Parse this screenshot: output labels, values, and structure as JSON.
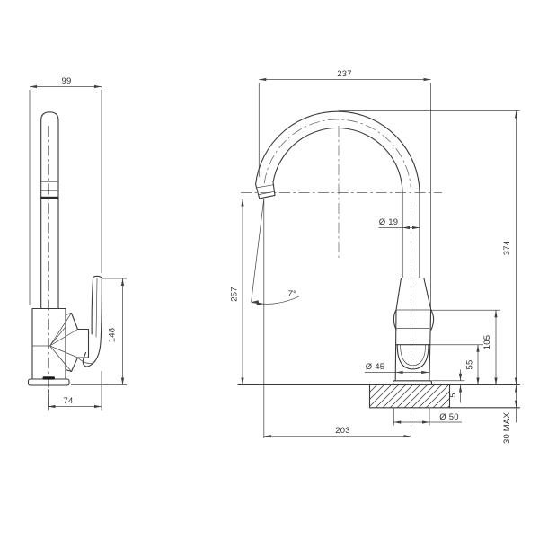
{
  "drawing": {
    "description": "Gooseneck sink mixer tap technical drawing, side and front orthographic views"
  },
  "dimensions": {
    "side_width": "99",
    "side_handle_height": "148",
    "side_center_to_handle": "74",
    "overall_width": "237",
    "overall_height": "374",
    "outlet_height": "257",
    "spout_angle": "7°",
    "spout_tube_diameter": "Ø 19",
    "body_diameter": "Ø 45",
    "body_shoulder_height": "105",
    "handle_pivot_height": "55",
    "base_plate_height": "5",
    "mounting_hole_diameter": "Ø 50",
    "spout_reach": "203",
    "max_counter_thickness": "30 MAX"
  },
  "colors": {
    "background": "#ffffff",
    "object_line": "#3a3a3a",
    "dimension_line": "#4a4a4a",
    "centerline": "#5a5a5a",
    "brand_mark": "#1a1a1a"
  }
}
